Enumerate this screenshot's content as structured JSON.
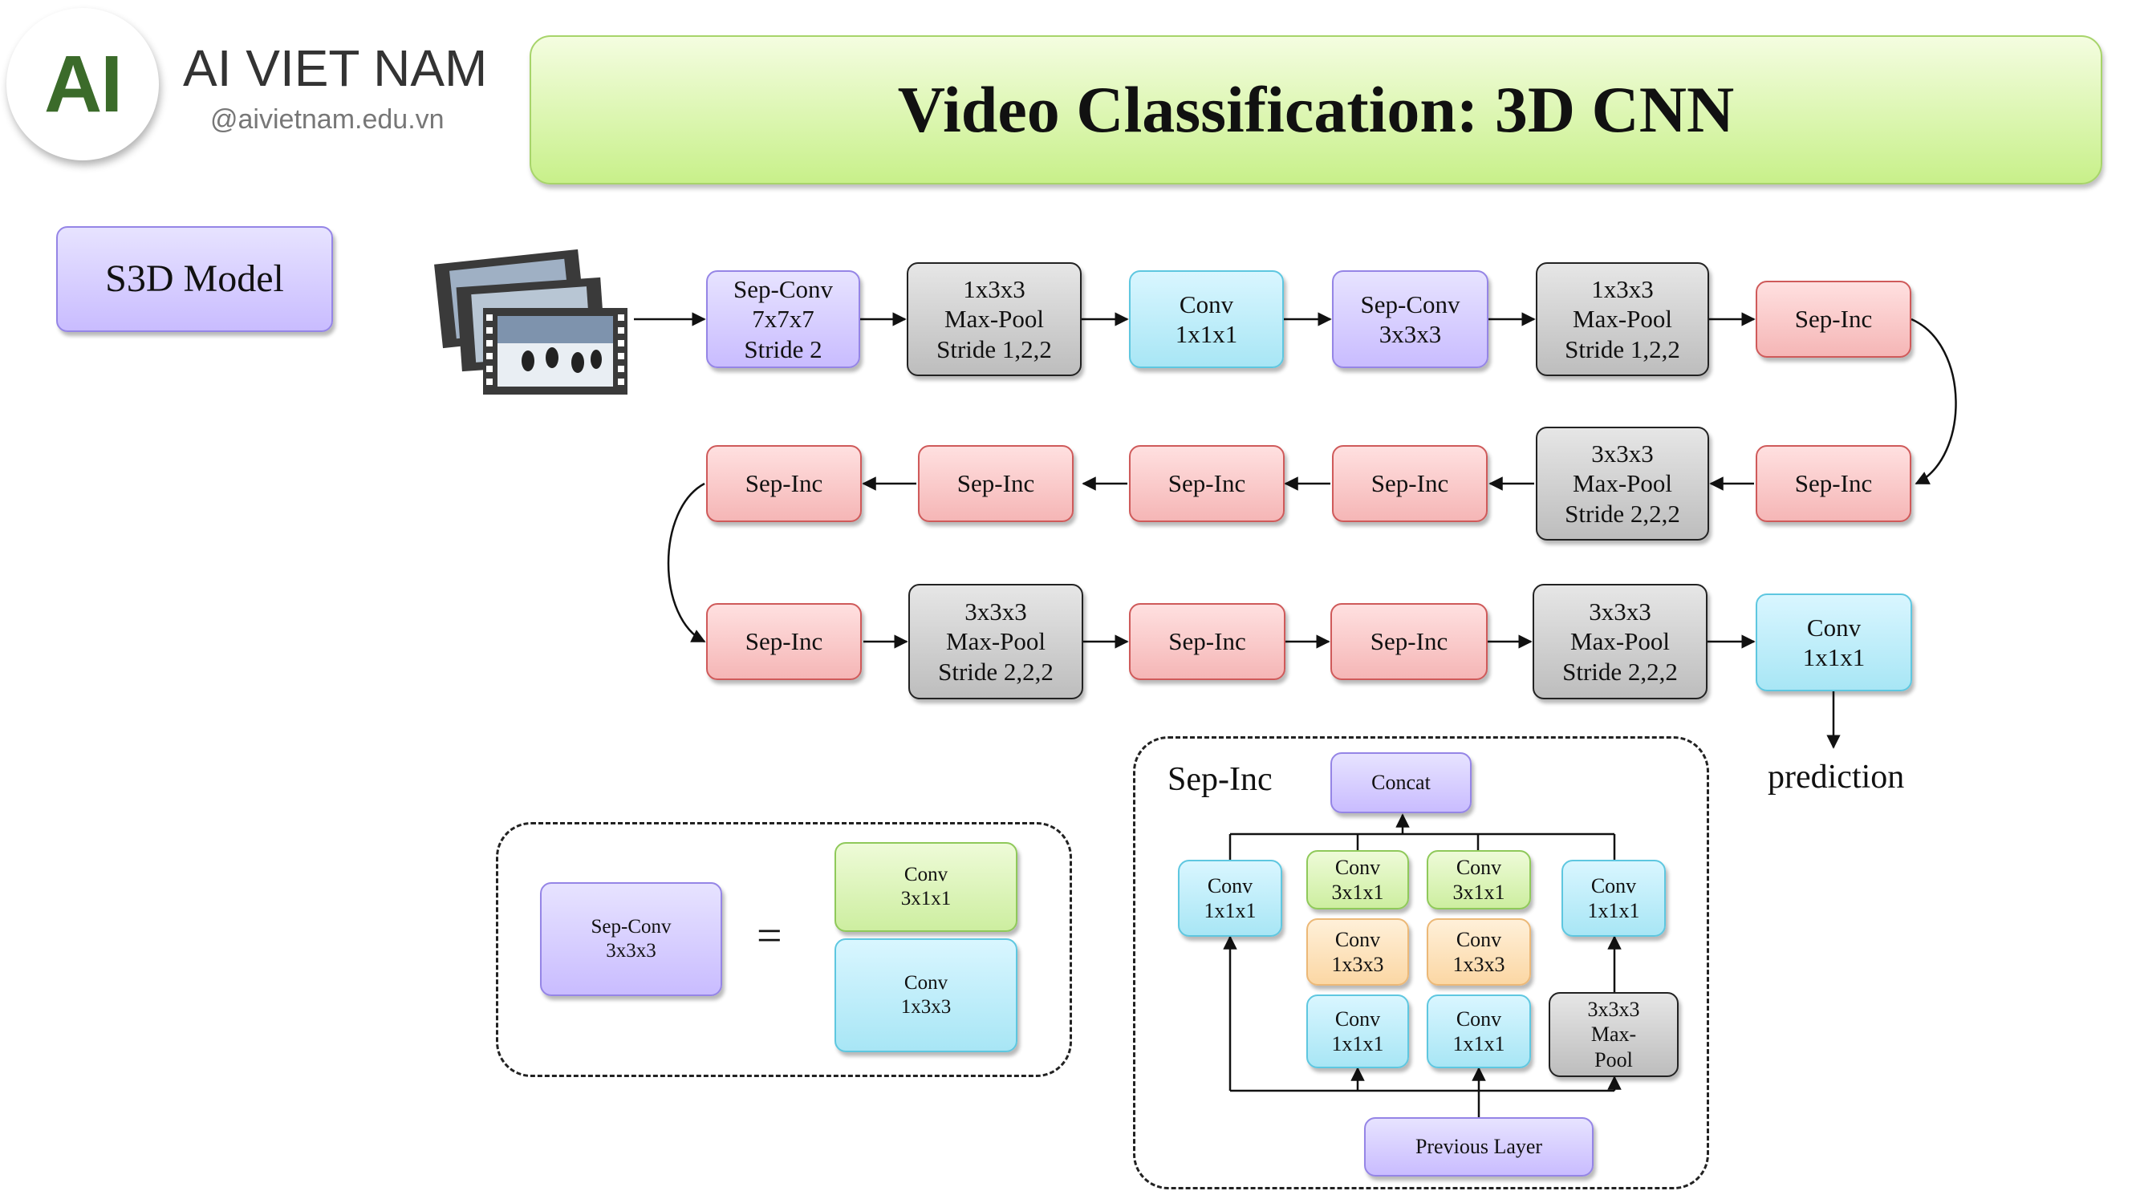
{
  "brand": {
    "logo": "AI",
    "name": "AI VIET NAM",
    "url": "@aivietnam.edu.vn"
  },
  "title": "Video Classification: 3D CNN",
  "model_badge": "S3D Model",
  "colors": {
    "purple": "#c9bcff",
    "gray": "#bdbdbd",
    "cyan": "#a8e6f5",
    "red": "#f5b6b6",
    "green": "#cdeea0",
    "orange": "#fbd7a4",
    "banner": "#c8f08a"
  },
  "input_icon": "video-frames-icon",
  "pipeline": {
    "row1": [
      "Sep-Conv\n7x7x7\nStride 2",
      "1x3x3\nMax-Pool\nStride 1,2,2",
      "Conv\n1x1x1",
      "Sep-Conv\n3x3x3",
      "1x3x3\nMax-Pool\nStride 1,2,2",
      "Sep-Inc"
    ],
    "row2": [
      "Sep-Inc",
      "Sep-Inc",
      "Sep-Inc",
      "Sep-Inc",
      "3x3x3\nMax-Pool\nStride 2,2,2",
      "Sep-Inc"
    ],
    "row3": [
      "Sep-Inc",
      "3x3x3\nMax-Pool\nStride 2,2,2",
      "Sep-Inc",
      "Sep-Inc",
      "3x3x3\nMax-Pool\nStride 2,2,2",
      "Conv\n1x1x1"
    ],
    "output": "prediction"
  },
  "sepconv_legend": {
    "lhs": "Sep-Conv\n3x3x3",
    "equals": "=",
    "top": "Conv\n3x1x1",
    "bottom": "Conv\n1x3x3"
  },
  "sepinc_legend": {
    "title": "Sep-Inc",
    "concat": "Concat",
    "previous": "Previous Layer",
    "branch1": "Conv\n1x1x1",
    "branch2": [
      "Conv\n3x1x1",
      "Conv\n1x3x3",
      "Conv\n1x1x1"
    ],
    "branch3": [
      "Conv\n3x1x1",
      "Conv\n1x3x3",
      "Conv\n1x1x1"
    ],
    "branch4": [
      "Conv\n1x1x1",
      "3x3x3\nMax-\nPool"
    ]
  }
}
